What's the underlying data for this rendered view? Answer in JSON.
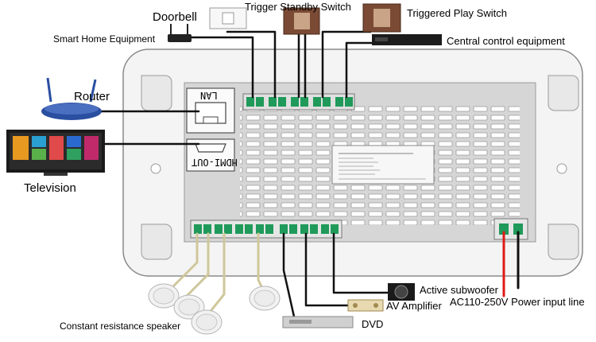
{
  "labels": {
    "doorbell": "Doorbell",
    "trigger_standby": "Trigger Standby Switch",
    "triggered_play": "Triggered Play Switch",
    "smart_home": "Smart Home Equipment",
    "central_control": "Central control equipment",
    "router": "Router",
    "television": "Television",
    "active_subwoofer": "Active subwoofer",
    "av_amplifier": "AV Amplifier",
    "power_input": "AC110-250V Power input line",
    "dvd": "DVD",
    "speaker": "Constant resistance speaker"
  },
  "device": {
    "lan_port": "LAN",
    "hdmi_port": "HDMI-OUT"
  },
  "colors": {
    "device_body": "#d6d6d6",
    "device_outline": "#8a8a8a",
    "terminal_green": "#1f9a5a",
    "cable_black": "#111111",
    "cable_tan": "#cfc79a",
    "power_red": "#e01818",
    "router_blue": "#2a4fa0"
  }
}
